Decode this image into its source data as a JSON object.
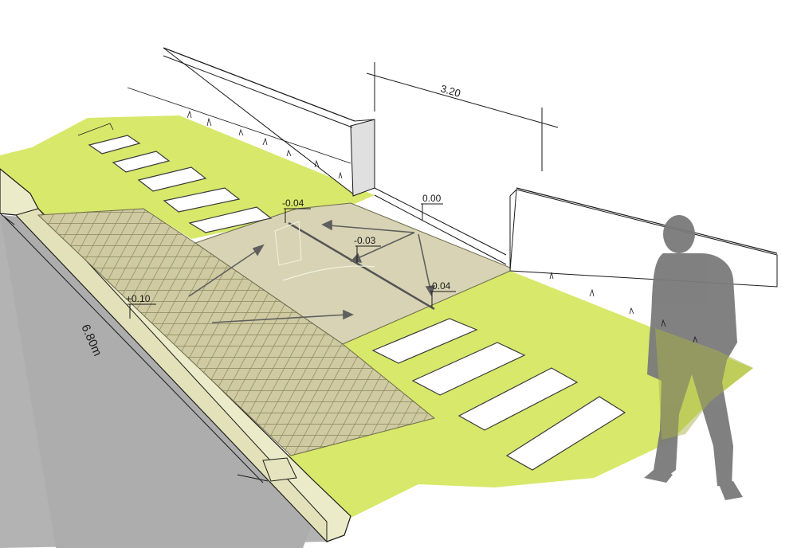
{
  "diagram": {
    "dimensions": {
      "width_label": "3.20",
      "length_label": "6.80m"
    },
    "levels": [
      {
        "id": "level-plus-010",
        "label": "+0.10"
      },
      {
        "id": "level-minus-004-top",
        "label": "-0.04"
      },
      {
        "id": "level-000",
        "label": "0.00"
      },
      {
        "id": "level-minus-003",
        "label": "-0.03"
      },
      {
        "id": "level-minus-004-bottom",
        "label": "-0.04"
      }
    ],
    "colors": {
      "lawn": "#d7e86a",
      "paving": "#d7d3b4",
      "pavers": "#cfcaa2",
      "paver_joint": "#8c8a5e",
      "road": "#b3b3b3",
      "curb": "#ecebc9",
      "wall": "#ffffff",
      "wall_shadow": "#e0e0e0",
      "stepping_stone": "#ffffff",
      "person": "#7a7a7a",
      "line": "#1a1a1a"
    },
    "icons": [
      "person-silhouette"
    ]
  }
}
